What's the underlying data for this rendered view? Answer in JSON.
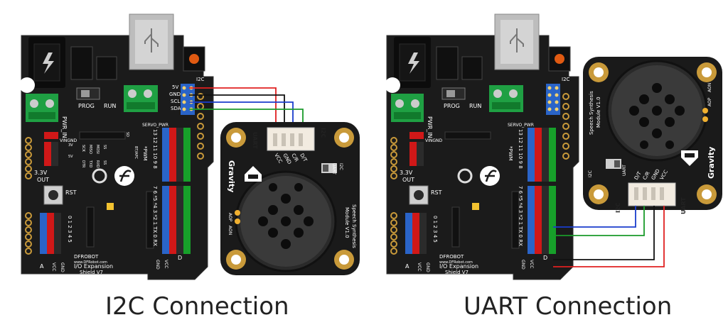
{
  "captions": {
    "left": "I2C Connection",
    "right": "UART Connection"
  },
  "board": {
    "labels": {
      "pwr_in": "PWR_IN",
      "prog": "PROG",
      "run": "RUN",
      "servo_pwr": "SERVO_PWR",
      "pin_5v": "5V",
      "pin_gnd": "GND",
      "pin_scl": "SCL",
      "pin_sda": "SDA",
      "i2c": "I2C",
      "vin_gnd": "VINGND",
      "v33": "3.3V",
      "out": "OUT",
      "rst": "RST",
      "brand": "DFROBOT",
      "site": "www.DFRobot.com",
      "title": "I/O Expansion",
      "shield": "Shield V7",
      "digital_high": "13 12 11 10 9 8",
      "pwm": "*PWM",
      "digital_low": "7 6 *5 *4 3 *2 1 TX 0 RX",
      "analog": "0 1 2 3 4 5",
      "a_label": "A",
      "d_label": "D",
      "vcc": "VCC",
      "gnd": "GND",
      "sd": "SD",
      "v3": "3V",
      "v5": "5V",
      "bt_apc": "BT/APC",
      "sck": "SCK",
      "miso": "MISO",
      "mosi": "MOSI",
      "ss": "SS",
      "dtr": "DTR",
      "txd": "TXD",
      "rxd": "RXD",
      "ss2": "SS"
    }
  },
  "module": {
    "labels": {
      "uart": "UART",
      "i2c": "I2C",
      "vcc": "VCC",
      "gnd": "GND",
      "cr": "C/R",
      "dt": "D/T",
      "gravity": "Gravity",
      "line1": "Speech Synthesis",
      "line2": "Module V1.0",
      "aop": "AOP",
      "aon": "AON"
    }
  },
  "colors": {
    "board": "#1b1b1b",
    "wire_red": "#e02020",
    "wire_black": "#111111",
    "wire_blue": "#1a3ccc",
    "wire_green": "#1a9a2a",
    "header_red": "#d01818",
    "header_green": "#17a02a",
    "header_blue": "#2a64c8",
    "terminal": "#1fa043",
    "gold": "#c99a3a",
    "module_board": "#1a1a1a",
    "connector": "#f2ebe0"
  }
}
